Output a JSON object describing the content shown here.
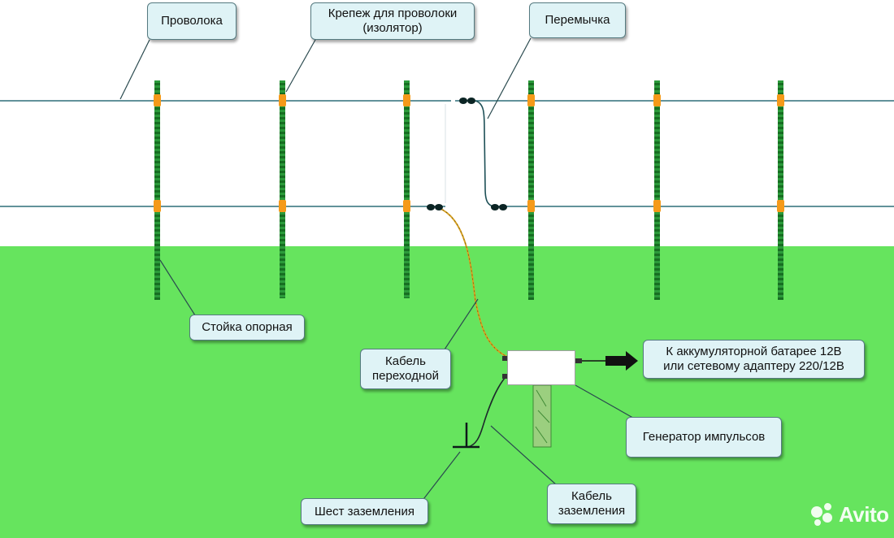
{
  "labels": {
    "wire": "Проволока",
    "insulator_line1": "Крепеж для проволоки",
    "insulator_line2": "(изолятор)",
    "jumper": "Перемычка",
    "support_post": "Стойка опорная",
    "transition_cable_line1": "Кабель",
    "transition_cable_line2": "переходной",
    "battery_line1": "К аккумуляторной батарее 12В",
    "battery_line2": "или сетевому адаптеру 220/12В",
    "pulse_generator": "Генератор импульсов",
    "ground_rod": "Шест заземления",
    "ground_cable_line1": "Кабель",
    "ground_cable_line2": "заземления"
  },
  "watermark": "Avito",
  "colors": {
    "sky": "#ffffff",
    "grass": "#66e45e",
    "wire": "#2f6f78",
    "post": "#1f8a2e",
    "insulator": "#f59a1a",
    "callout_fill": "#dff3f6",
    "callout_border": "#557a80",
    "cable_transition": "#d9a020",
    "arrow": "#111111"
  },
  "icons": [
    "fence-post-icon",
    "insulator-icon",
    "clamp-icon",
    "ground-rod-icon",
    "arrow-icon"
  ]
}
